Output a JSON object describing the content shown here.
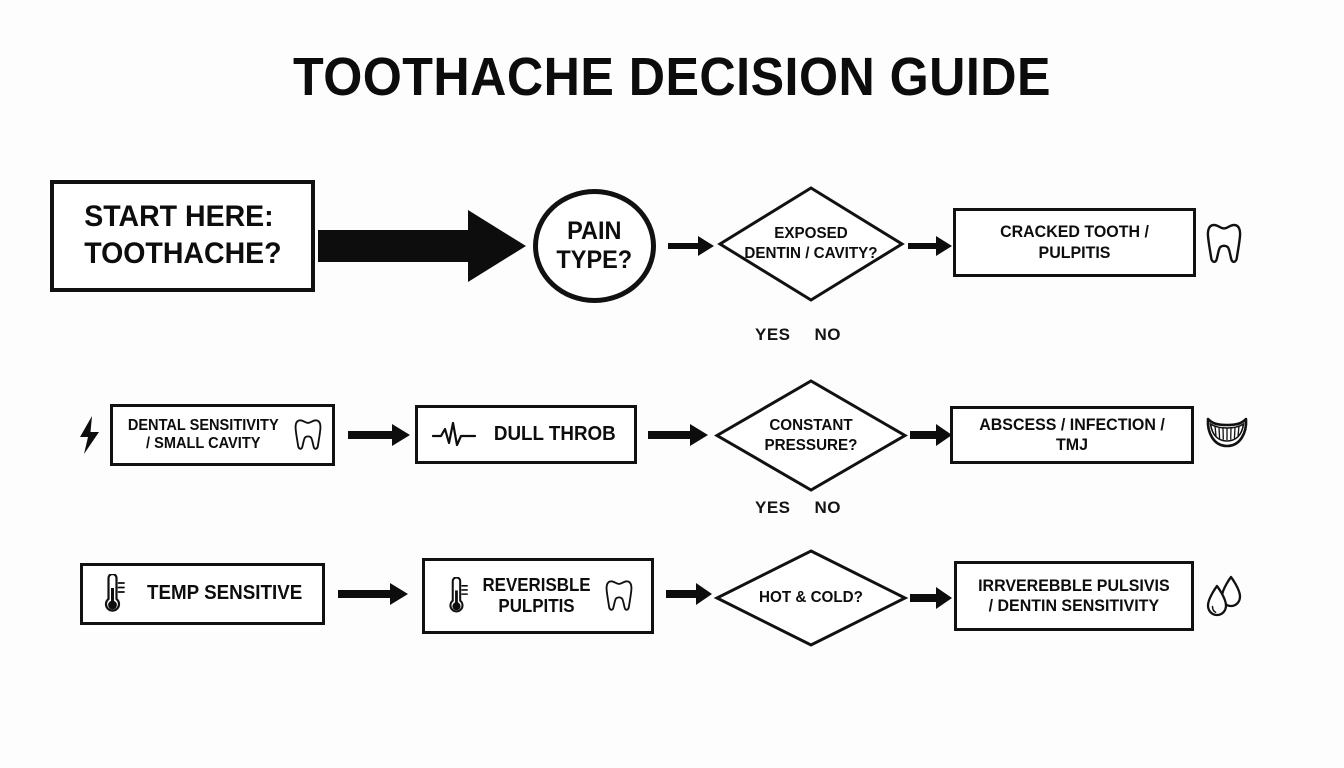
{
  "page": {
    "title": "TOOTHACHE DECISION GUIDE",
    "background_color": "#fdfdfd",
    "ink_color": "#111111"
  },
  "flow": {
    "start": {
      "label": "START HERE:\nTOOTHACHE?",
      "shape": "rectangle"
    },
    "pain_type": {
      "label": "PAIN\nTYPE?",
      "shape": "circle"
    },
    "rows": [
      {
        "id": "row-1",
        "source_label": "",
        "decision": {
          "label": "EXPOSED\nDENTIN / CAVITY?",
          "shape": "diamond",
          "yes_label": "YES",
          "no_label": "NO"
        },
        "outcome": {
          "label": "CRACKED TOOTH / PULPITIS",
          "icons": [
            "tooth-icon"
          ]
        }
      },
      {
        "id": "row-2",
        "lead_icon": "lightning-bolt-icon",
        "source": {
          "label": "DENTAL SENSITIVITY\n/ SMALL CAVITY",
          "icons": [
            "tooth-icon"
          ]
        },
        "middle": {
          "label": "DULL THROB",
          "icons": [
            "pulse-wave-icon"
          ]
        },
        "decision": {
          "label": "CONSTANT\nPRESSURE?",
          "shape": "diamond",
          "yes_label": "YES",
          "no_label": "NO"
        },
        "outcome": {
          "label": "ABSCESS / INFECTION / TMJ",
          "icons": [
            "dentures-icon"
          ]
        }
      },
      {
        "id": "row-3",
        "source": {
          "label": "TEMP SENSITIVE",
          "icons": [
            "thermometer-icon"
          ]
        },
        "middle": {
          "label": "REVERISBLE\nPULPITIS",
          "icons": [
            "thermometer-icon",
            "tooth-icon"
          ]
        },
        "decision": {
          "label": "HOT & COLD?",
          "shape": "diamond"
        },
        "outcome": {
          "label": "IRRVEREBBLE PULSIVIS\n/ DENTIN SENSITIVITY",
          "icons": [
            "water-drops-icon"
          ]
        }
      }
    ]
  }
}
